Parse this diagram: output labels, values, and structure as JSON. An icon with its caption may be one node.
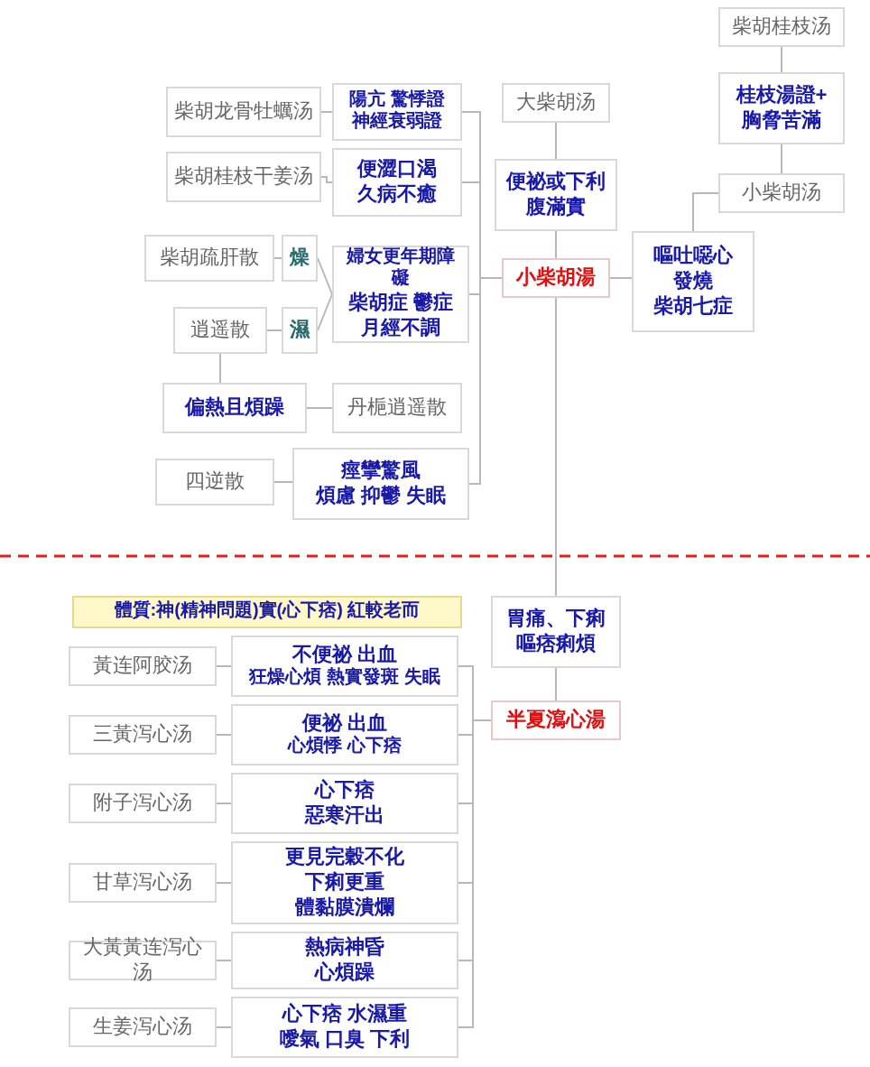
{
  "diagram": {
    "nodes": [
      {
        "text": [
          "柴胡桂枝汤"
        ]
      },
      {
        "text": [
          "桂枝湯證+",
          "胸脅苦滿"
        ]
      },
      {
        "text": [
          "小柴胡汤"
        ]
      },
      {
        "text": [
          "大柴胡汤"
        ]
      },
      {
        "text": [
          "便祕或下利",
          "腹滿實"
        ]
      },
      {
        "text": [
          "柴胡龙骨牡蠣汤"
        ]
      },
      {
        "text": [
          "陽亢 驚悸證",
          "神經衰弱證"
        ]
      },
      {
        "text": [
          "柴胡桂枝干姜汤"
        ]
      },
      {
        "text": [
          "便澀口渴",
          "久病不癒"
        ]
      },
      {
        "text": [
          "小柴胡湯"
        ]
      },
      {
        "text": [
          "嘔吐噁心",
          "發燒",
          "柴胡七症"
        ]
      },
      {
        "text": [
          "柴胡疏肝散"
        ]
      },
      {
        "text": [
          "燥"
        ]
      },
      {
        "text": [
          "婦女更年期障礙",
          "柴胡症 鬱症",
          "月經不調"
        ]
      },
      {
        "text": [
          "逍遥散"
        ]
      },
      {
        "text": [
          "濕"
        ]
      },
      {
        "text": [
          "偏熱且煩躁"
        ]
      },
      {
        "text": [
          "丹梔逍遥散"
        ]
      },
      {
        "text": [
          "四逆散"
        ]
      },
      {
        "text": [
          "痙攣驚風",
          "煩慮 抑鬱 失眠"
        ]
      },
      {
        "text": [
          "體質:神(精神問題)實(心下痞) 紅較老而"
        ]
      },
      {
        "text": [
          "胃痛、下痢",
          "嘔痞痢煩"
        ]
      },
      {
        "text": [
          "半夏瀉心湯"
        ]
      },
      {
        "text": [
          "黃连阿胶汤"
        ]
      },
      {
        "text": [
          "不便祕 出血",
          "狂燥心煩 熱實發斑 失眠"
        ]
      },
      {
        "text": [
          "三黃泻心汤"
        ]
      },
      {
        "text": [
          "便祕 出血",
          "心煩悸 心下痞"
        ]
      },
      {
        "text": [
          "附子泻心汤"
        ]
      },
      {
        "text": [
          "心下痞",
          "惡寒汗出"
        ]
      },
      {
        "text": [
          "甘草泻心汤"
        ]
      },
      {
        "text": [
          "更見完穀不化",
          "下痢更重",
          "體黏膜潰爛"
        ]
      },
      {
        "text": [
          "大黃黃连泻心汤"
        ]
      },
      {
        "text": [
          "熱病神昏",
          "心煩躁"
        ]
      },
      {
        "text": [
          "生姜泻心汤"
        ]
      },
      {
        "text": [
          "心下痞 水濕重",
          "噯氣 口臭 下利"
        ]
      }
    ],
    "edges": [
      {
        "from": 0,
        "to": 1,
        "arrow": "none"
      },
      {
        "from": 1,
        "to": 2,
        "arrow": "none"
      },
      {
        "from": 2,
        "to": 10,
        "arrow": "none"
      },
      {
        "from": 10,
        "to": 9,
        "arrow": "none"
      },
      {
        "from": 3,
        "to": 4,
        "arrow": "none"
      },
      {
        "from": 4,
        "to": 9,
        "arrow": "none"
      },
      {
        "from": 5,
        "to": 6,
        "arrow": "none"
      },
      {
        "from": 6,
        "to": 9,
        "arrow": "none"
      },
      {
        "from": 7,
        "to": 8,
        "arrow": "none"
      },
      {
        "from": 8,
        "to": 9,
        "arrow": "none"
      },
      {
        "from": 11,
        "to": 12,
        "arrow": "none"
      },
      {
        "from": 12,
        "to": 13,
        "arrow": "none"
      },
      {
        "from": 14,
        "to": 15,
        "arrow": "none"
      },
      {
        "from": 15,
        "to": 13,
        "arrow": "none"
      },
      {
        "from": 13,
        "to": 9,
        "arrow": "none"
      },
      {
        "from": 14,
        "to": 16,
        "arrow": "none"
      },
      {
        "from": 16,
        "to": 17,
        "arrow": "none"
      },
      {
        "from": 18,
        "to": 19,
        "arrow": "none"
      },
      {
        "from": 19,
        "to": 9,
        "arrow": "none"
      },
      {
        "from": 9,
        "to": 21,
        "arrow": "none"
      },
      {
        "from": 21,
        "to": 22,
        "arrow": "none"
      },
      {
        "from": 23,
        "to": 24,
        "arrow": "none"
      },
      {
        "from": 24,
        "to": 22,
        "arrow": "none"
      },
      {
        "from": 25,
        "to": 26,
        "arrow": "none"
      },
      {
        "from": 26,
        "to": 22,
        "arrow": "none"
      },
      {
        "from": 27,
        "to": 28,
        "arrow": "none"
      },
      {
        "from": 28,
        "to": 22,
        "arrow": "none"
      },
      {
        "from": 29,
        "to": 30,
        "arrow": "none"
      },
      {
        "from": 30,
        "to": 22,
        "arrow": "none"
      },
      {
        "from": 31,
        "to": 32,
        "arrow": "none"
      },
      {
        "from": 32,
        "to": 22,
        "arrow": "none"
      },
      {
        "from": 33,
        "to": 34,
        "arrow": "none"
      },
      {
        "from": 34,
        "to": 22,
        "arrow": "none"
      }
    ]
  }
}
